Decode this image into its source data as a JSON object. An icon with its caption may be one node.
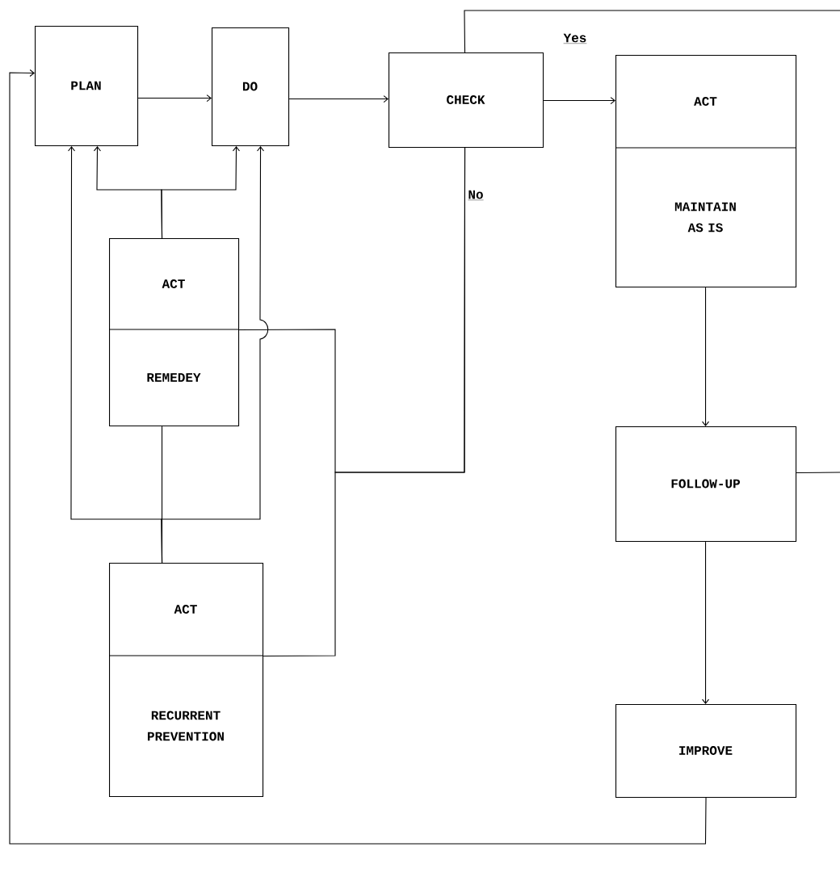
{
  "diagram": {
    "nodes": [
      {
        "text": [
          "PLAN"
        ]
      },
      {
        "text": [
          "DO"
        ]
      },
      {
        "text": [
          "CHECK"
        ]
      },
      {
        "text": [
          "ACT",
          "MAINTAIN AS IS"
        ]
      },
      {
        "text": [
          "ACT",
          "REMEDEY"
        ]
      },
      {
        "text": [
          "ACT",
          "RECURRENT PREVENTION"
        ]
      },
      {
        "text": [
          "FOLLOW-UP"
        ]
      },
      {
        "text": [
          "IMPROVE"
        ]
      }
    ],
    "edges": [
      {
        "from": 0,
        "to": 1,
        "arrow": "to"
      },
      {
        "from": 1,
        "to": 2,
        "arrow": "to"
      },
      {
        "from": 2,
        "to": 3,
        "arrow": "to",
        "label": "Yes"
      },
      {
        "from": 2,
        "to": null,
        "arrow": "none"
      },
      {
        "from": 3,
        "to": 6,
        "arrow": "to"
      },
      {
        "from": 6,
        "to": 7,
        "arrow": "to"
      },
      {
        "from": 6,
        "to": null,
        "arrow": "none"
      },
      {
        "from": 7,
        "to": 0,
        "arrow": "to"
      },
      {
        "from": 4,
        "to": 0,
        "arrow": "to"
      },
      {
        "from": 4,
        "to": 1,
        "arrow": "to"
      },
      {
        "from": 4,
        "to": 5,
        "arrow": "none"
      },
      {
        "from": 5,
        "to": 0,
        "arrow": "to"
      },
      {
        "from": 5,
        "to": 1,
        "arrow": "to"
      },
      {
        "from": 2,
        "to": 4,
        "arrow": "none",
        "label": "No"
      },
      {
        "from": 2,
        "to": 5,
        "arrow": "none"
      }
    ]
  }
}
